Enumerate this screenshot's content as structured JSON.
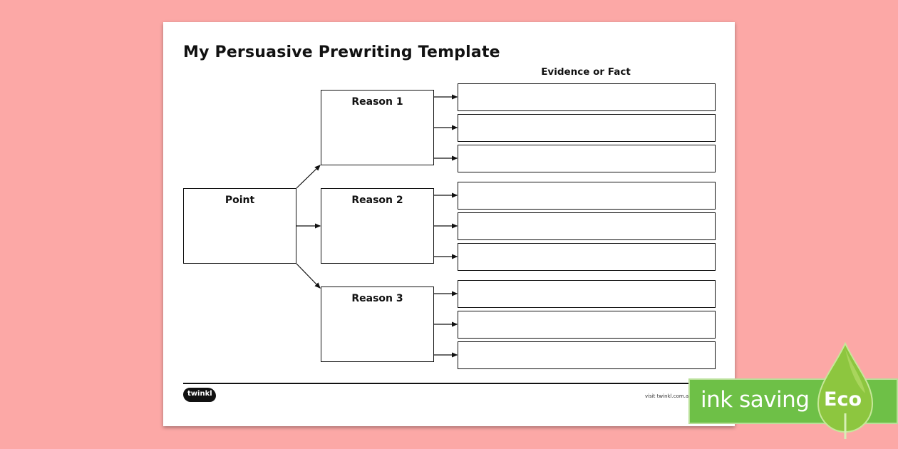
{
  "worksheet": {
    "title": "My Persuasive Prewriting Template",
    "evidence_header": "Evidence or Fact",
    "point_label": "Point",
    "reasons": [
      {
        "label": "Reason 1"
      },
      {
        "label": "Reason 2"
      },
      {
        "label": "Reason 3"
      }
    ]
  },
  "footer": {
    "logo_text": "twinkl",
    "url_text": "visit twinkl.com.au"
  },
  "badge": {
    "ink_saving_label": "ink saving",
    "eco_label": "Eco",
    "colors": {
      "green": "#6ec047",
      "drop": "#8dc63f",
      "drop_highlight": "#b5dc6a"
    }
  },
  "colors": {
    "background": "#fca8a6",
    "sheet": "#ffffff",
    "ink": "#111111"
  }
}
